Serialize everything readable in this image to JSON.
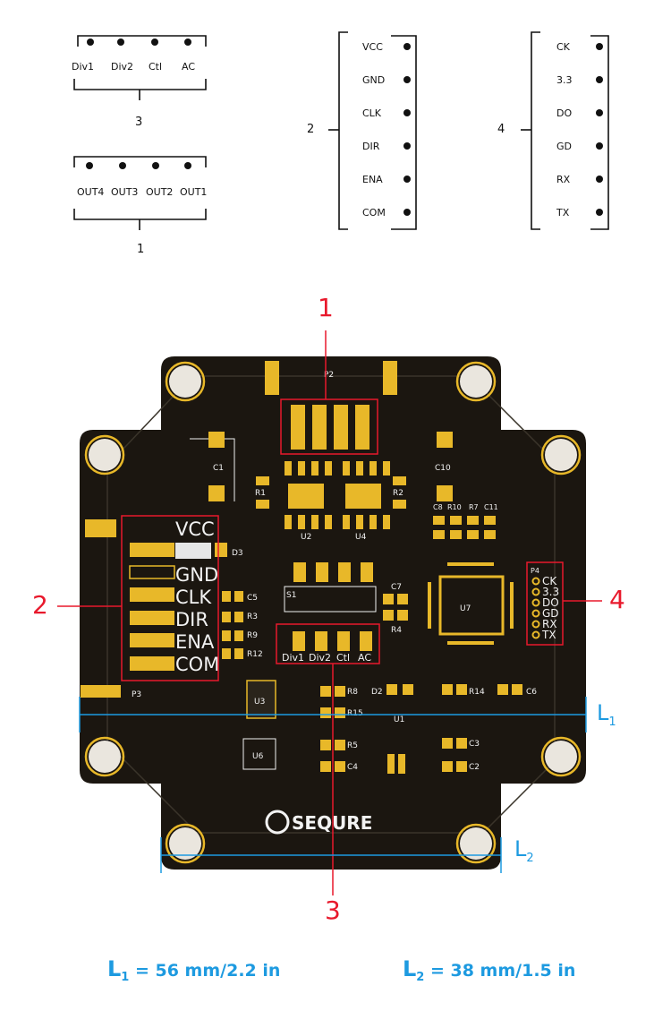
{
  "connectors": {
    "c3": {
      "number": "3",
      "pins": [
        "Div1",
        "Div2",
        "Ctl",
        "AC"
      ]
    },
    "c1": {
      "number": "1",
      "pins": [
        "OUT4",
        "OUT3",
        "OUT2",
        "OUT1"
      ]
    },
    "c2": {
      "number": "2",
      "pins": [
        "VCC",
        "GND",
        "CLK",
        "DIR",
        "ENA",
        "COM"
      ]
    },
    "c4": {
      "number": "4",
      "pins": [
        "CK",
        "3.3",
        "DO",
        "GD",
        "RX",
        "TX"
      ]
    }
  },
  "board": {
    "silk_pins_left": [
      "VCC",
      "GND",
      "CLK",
      "DIR",
      "ENA",
      "COM"
    ],
    "silk_pins_bottom": [
      "Div1",
      "Div2",
      "Ctl",
      "AC"
    ],
    "silk_pins_right": [
      "CK",
      "3.3",
      "DO",
      "GD",
      "RX",
      "TX"
    ],
    "refs": {
      "p2": "P2",
      "p3": "P3",
      "p4": "P4",
      "s1": "S1",
      "u1": "U1",
      "u2": "U2",
      "u3": "U3",
      "u4": "U4",
      "u6": "U6",
      "u7": "U7",
      "c1": "C1",
      "c2": "C2",
      "c3": "C3",
      "c4": "C4",
      "c5": "C5",
      "c6": "C6",
      "c7": "C7",
      "c8": "C8",
      "c10": "C10",
      "c11": "C11",
      "r1": "R1",
      "r2": "R2",
      "r3": "R3",
      "r4": "R4",
      "r5": "R5",
      "r7": "R7",
      "r8": "R8",
      "r9": "R9",
      "r10": "R10",
      "r12": "R12",
      "r14": "R14",
      "r15": "R15",
      "d2": "D2",
      "d3": "D3"
    },
    "logo": "SEQURE"
  },
  "callouts": [
    "1",
    "2",
    "3",
    "4"
  ],
  "dimensions": {
    "l1_label": "L",
    "l1_sub": "1",
    "l2_label": "L",
    "l2_sub": "2",
    "l1_caption_pre": "L",
    "l1_caption_sub": "1",
    "l1_caption_value": "= 56 mm/2.2 in",
    "l2_caption_pre": "L",
    "l2_caption_sub": "2",
    "l2_caption_value": "= 38 mm/1.5 in"
  },
  "colors": {
    "board": "#1b1610",
    "gold": "#e8b829",
    "silk": "#f2f2f2",
    "callout": "#e8192c",
    "dimension": "#1d9ae0"
  }
}
